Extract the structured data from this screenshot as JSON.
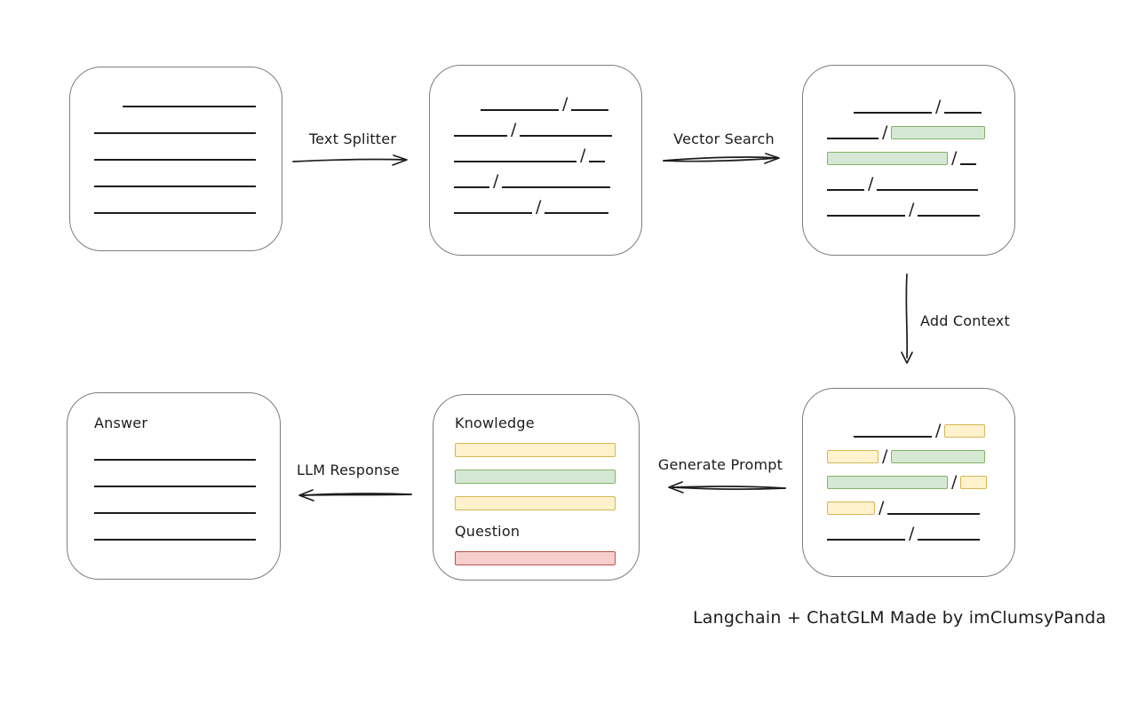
{
  "caption": "Langchain + ChatGLM Made by imClumsyPanda",
  "colors": {
    "stroke": "#1c1c1c",
    "box_border": "#7d7d7d",
    "green_fill": "#d5e8d4",
    "green_border": "#82b366",
    "yellow_fill": "#fff2cc",
    "yellow_border": "#d6b656",
    "red_fill": "#f8cecc",
    "red_border": "#b85450"
  },
  "arrows": {
    "text_splitter": {
      "label": "Text Splitter",
      "direction": "right"
    },
    "vector_search": {
      "label": "Vector Search",
      "direction": "right"
    },
    "add_context": {
      "label": "Add Context",
      "direction": "down"
    },
    "generate_prompt": {
      "label": "Generate Prompt",
      "direction": "left"
    },
    "llm_response": {
      "label": "LLM Response",
      "direction": "left"
    }
  },
  "nodes": {
    "source_document": {
      "rows": [
        [
          "gap:32",
          "line:150"
        ],
        [
          "line:182"
        ],
        [
          "line:182"
        ],
        [
          "line:182"
        ],
        [
          "line:182"
        ]
      ]
    },
    "split_chunks": {
      "rows": [
        [
          "gap:30",
          "line:88",
          "slash",
          "line:42"
        ],
        [
          "line:60",
          "slash",
          "line:104"
        ],
        [
          "line:138",
          "slash",
          "line:18"
        ],
        [
          "line:40",
          "slash",
          "line:122"
        ],
        [
          "line:88",
          "slash",
          "line:72"
        ]
      ]
    },
    "matched_chunks": {
      "rows": [
        [
          "gap:30",
          "line:88",
          "slash",
          "line:42"
        ],
        [
          "line:58",
          "slash",
          "green:106"
        ],
        [
          "green:136",
          "slash",
          "line:18"
        ],
        [
          "line:42",
          "slash",
          "line:114"
        ],
        [
          "line:88",
          "slash",
          "line:70"
        ]
      ]
    },
    "context_chunks": {
      "rows": [
        [
          "gap:30",
          "line:88",
          "slash",
          "yellow:46"
        ],
        [
          "yellow:58",
          "slash",
          "green:106"
        ],
        [
          "green:136",
          "slash",
          "yellow:30"
        ],
        [
          "yellow:54",
          "slash",
          "line:104"
        ],
        [
          "line:88",
          "slash",
          "line:70"
        ]
      ]
    },
    "prompt": {
      "knowledge_label": "Knowledge",
      "question_label": "Question",
      "knowledge_bars": [
        "yellow",
        "green",
        "yellow"
      ],
      "question_bars": [
        "red"
      ]
    },
    "answer": {
      "label": "Answer",
      "rows": [
        [
          "line:182"
        ],
        [
          "line:182"
        ],
        [
          "line:182"
        ],
        [
          "line:182"
        ]
      ]
    }
  }
}
